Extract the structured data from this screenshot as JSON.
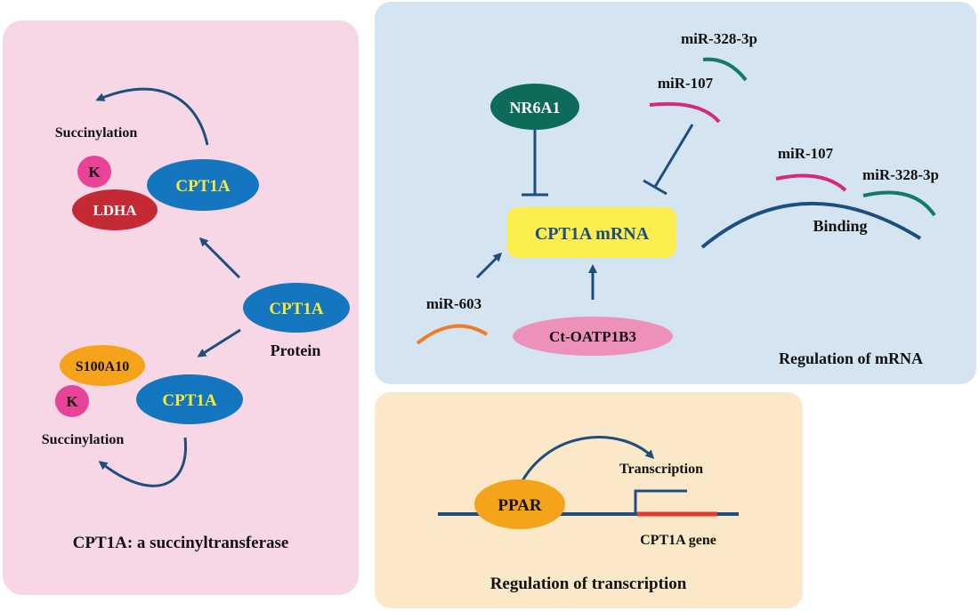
{
  "colors": {
    "pink_panel": "#f7d7e5",
    "blue_panel": "#d4e4f1",
    "orange_panel": "#fbe8c8",
    "dark_blue": "#1d4e7e",
    "cpt1a_blue": "#1476be",
    "yellow_text": "#f7e93c",
    "ldha_red": "#c42a34",
    "k_pink": "#e84399",
    "s100a10_orange": "#f5a31b",
    "nr6a1_green": "#0e6b5a",
    "mrna_yellow": "#fbee4e",
    "oatp_pink": "#ee91ba",
    "mir107_magenta": "#d42a7c",
    "mir328_teal": "#137a6a",
    "mir603_orange": "#f07b2a",
    "gene_red": "#e23a2e"
  },
  "left_panel": {
    "title": "CPT1A: a succinyltransferase",
    "protein_node": "CPT1A",
    "protein_label": "Protein",
    "top_complex": {
      "k": "K",
      "partner": "LDHA",
      "cpt1a": "CPT1A",
      "modification": "Succinylation"
    },
    "bottom_complex": {
      "k": "K",
      "partner": "S100A10",
      "cpt1a": "CPT1A",
      "modification": "Succinylation"
    }
  },
  "mrna_panel": {
    "title": "Regulation of mRNA",
    "center": "CPT1A mRNA",
    "nr6a1": "NR6A1",
    "mir107": "miR-107",
    "mir328": "miR-328-3p",
    "mir603": "miR-603",
    "oatp": "Ct-OATP1B3",
    "binding_label": "Binding",
    "binding_mir107": "miR-107",
    "binding_mir328": "miR-328-3p"
  },
  "transcription_panel": {
    "title": "Regulation of transcription",
    "factor": "PPAR",
    "transcription_label": "Transcription",
    "gene_label": "CPT1A gene"
  }
}
